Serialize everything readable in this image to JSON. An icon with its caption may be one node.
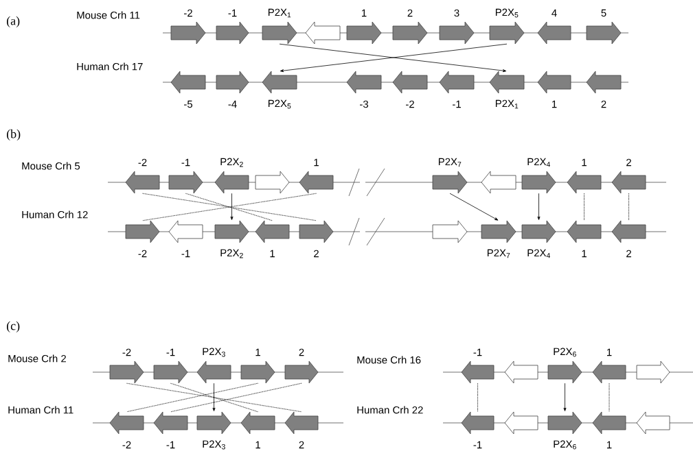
{
  "diagram": {
    "nodes": [
      {
        "text": [
          "-2"
        ]
      },
      {
        "text": [
          "-1"
        ]
      },
      {
        "text": [
          "P2X$_{1}$"
        ]
      },
      {
        "text": [],
        "shape": "arrow"
      },
      {
        "text": [
          "1"
        ]
      },
      {
        "text": [
          "2"
        ]
      },
      {
        "text": [
          "3"
        ]
      },
      {
        "text": [
          "P2X$_{5}$"
        ]
      },
      {
        "text": [
          "4"
        ]
      },
      {
        "text": [
          "5"
        ]
      },
      {
        "text": [
          "-5"
        ]
      },
      {
        "text": [
          "-4"
        ]
      },
      {
        "text": [
          "P2X$_{5}$"
        ]
      },
      {
        "text": [
          "-3"
        ]
      },
      {
        "text": [
          "-2"
        ]
      },
      {
        "text": [
          "-1"
        ]
      },
      {
        "text": [
          "P2X$_{1}$"
        ]
      },
      {
        "text": [
          "1"
        ]
      },
      {
        "text": [
          "2"
        ]
      },
      {
        "text": [
          "-2"
        ]
      },
      {
        "text": [
          "-1"
        ]
      },
      {
        "text": [
          "P2X$_{2}$"
        ]
      },
      {
        "text": [],
        "shape": "arrow"
      },
      {
        "text": [
          "1"
        ]
      },
      {
        "text": [
          "P2X$_{7}$"
        ]
      },
      {
        "text": [],
        "shape": "arrow"
      },
      {
        "text": [
          "P2X$_{4}$"
        ]
      },
      {
        "text": [
          "1"
        ]
      },
      {
        "text": [
          "2"
        ]
      },
      {
        "text": [
          "-2"
        ]
      },
      {
        "text": [
          "-1"
        ]
      },
      {
        "text": [
          "P2X$_{2}$"
        ]
      },
      {
        "text": [
          "1"
        ]
      },
      {
        "text": [
          "2"
        ]
      },
      {
        "text": [],
        "shape": "arrow"
      },
      {
        "text": [
          "P2X$_{7}$"
        ]
      },
      {
        "text": [
          "P2X$_{4}$"
        ]
      },
      {
        "text": [
          "1"
        ]
      },
      {
        "text": [
          "2"
        ]
      },
      {
        "text": [
          "-2"
        ]
      },
      {
        "text": [
          "-1"
        ]
      },
      {
        "text": [
          "P2X$_{3}$"
        ]
      },
      {
        "text": [
          "1"
        ]
      },
      {
        "text": [
          "2"
        ]
      },
      {
        "text": [
          "-2"
        ]
      },
      {
        "text": [
          "-1"
        ]
      },
      {
        "text": [
          "P2X$_{3}$"
        ]
      },
      {
        "text": [
          "1"
        ]
      },
      {
        "text": [
          "2"
        ]
      },
      {
        "text": [
          "-1"
        ]
      },
      {
        "text": [],
        "shape": "arrow"
      },
      {
        "text": [
          "P2X$_{6}$"
        ]
      },
      {
        "text": [
          "1"
        ]
      },
      {
        "text": [],
        "shape": "arrow"
      },
      {
        "text": [
          "-1"
        ]
      },
      {
        "text": [],
        "shape": "arrow"
      },
      {
        "text": [
          "P2X$_{6}$"
        ]
      },
      {
        "text": [
          "1"
        ]
      },
      {
        "text": [],
        "shape": "arrow"
      }
    ],
    "edges": [
      {
        "from": 2,
        "to": 16,
        "arrow": "to"
      },
      {
        "from": 7,
        "to": 12,
        "arrow": "to"
      },
      {
        "from": 19,
        "to": 33,
        "arrow": "none",
        "style": "dashed"
      },
      {
        "from": 20,
        "to": 32,
        "arrow": "none",
        "style": "dashed"
      },
      {
        "from": 23,
        "to": 29,
        "arrow": "none",
        "style": "dashed"
      },
      {
        "from": 21,
        "to": 31,
        "arrow": "to"
      },
      {
        "from": 24,
        "to": 35,
        "arrow": "to"
      },
      {
        "from": 26,
        "to": 36,
        "arrow": "to"
      },
      {
        "from": 27,
        "to": 37,
        "arrow": "none",
        "style": "dashed"
      },
      {
        "from": 28,
        "to": 38,
        "arrow": "none",
        "style": "dashed"
      },
      {
        "from": 39,
        "to": 48,
        "arrow": "none",
        "style": "dashed"
      },
      {
        "from": 40,
        "to": 47,
        "arrow": "none",
        "style": "dashed"
      },
      {
        "from": 42,
        "to": 44,
        "arrow": "none",
        "style": "dashed"
      },
      {
        "from": 43,
        "to": 45,
        "arrow": "none",
        "style": "dashed"
      },
      {
        "from": 41,
        "to": 46,
        "arrow": "to"
      },
      {
        "from": 49,
        "to": 54,
        "arrow": "none",
        "style": "dashed"
      },
      {
        "from": 51,
        "to": 56,
        "arrow": "to"
      },
      {
        "from": 52,
        "to": 57,
        "arrow": "none",
        "style": "dashed"
      }
    ],
    "labels": [
      "(a)",
      "Mouse Crh 11",
      "Human Crh 17",
      "(b)",
      "Mouse Crh 5",
      "Human Crh 12",
      "(c)",
      "Mouse Crh 2",
      "Mouse Crh 16",
      "Human Crh 11",
      "Human Crh 22"
    ]
  }
}
